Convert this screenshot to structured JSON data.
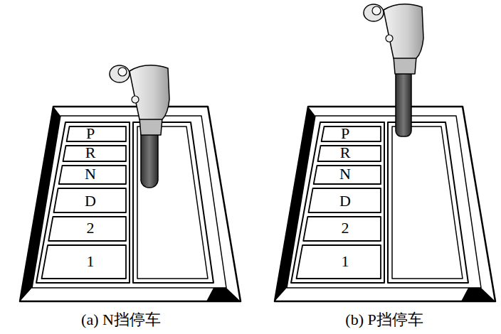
{
  "diagram": {
    "labels": [
      "P",
      "R",
      "N",
      "D",
      "2",
      "1",
      "P",
      "R",
      "N",
      "D",
      "2",
      "1",
      "(a) N挡停车",
      "(b) P挡停车"
    ]
  }
}
